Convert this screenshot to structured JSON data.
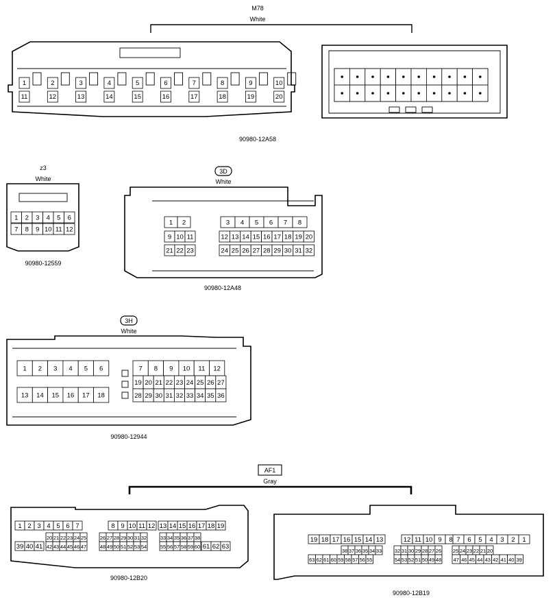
{
  "m78": {
    "code": "M78",
    "color": "White",
    "part": "90980-12A58",
    "pins_top": [
      "1",
      "2",
      "3",
      "4",
      "5",
      "6",
      "7",
      "8",
      "9",
      "10"
    ],
    "pins_bottom": [
      "11",
      "12",
      "13",
      "14",
      "15",
      "16",
      "17",
      "18",
      "19",
      "20"
    ]
  },
  "z3": {
    "code": "z3",
    "color": "White",
    "part": "90980-12559",
    "row1": [
      "1",
      "2",
      "3",
      "4",
      "5",
      "6"
    ],
    "row2": [
      "7",
      "8",
      "9",
      "10",
      "11",
      "12"
    ]
  },
  "c3d": {
    "code": "3D",
    "color": "White",
    "part": "90980-12A48",
    "left_r1": [
      "1",
      "2"
    ],
    "left_r2": [
      "9",
      "10",
      "11"
    ],
    "left_r3": [
      "21",
      "22",
      "23"
    ],
    "right_r1": [
      "3",
      "4",
      "5",
      "6",
      "7",
      "8"
    ],
    "right_r2": [
      "12",
      "13",
      "14",
      "15",
      "16",
      "17",
      "18",
      "19",
      "20"
    ],
    "right_r3": [
      "24",
      "25",
      "26",
      "27",
      "28",
      "29",
      "30",
      "31",
      "32"
    ]
  },
  "c3h": {
    "code": "3H",
    "color": "White",
    "part": "90980-12944",
    "left_r1": [
      "1",
      "2",
      "3",
      "4",
      "5",
      "6"
    ],
    "left_r2": [
      "13",
      "14",
      "15",
      "16",
      "17",
      "18"
    ],
    "right_r1": [
      "7",
      "8",
      "9",
      "10",
      "11",
      "12"
    ],
    "right_r2": [
      "19",
      "20",
      "21",
      "22",
      "23",
      "24",
      "25",
      "26",
      "27"
    ],
    "right_r3": [
      "28",
      "29",
      "30",
      "31",
      "32",
      "33",
      "34",
      "35",
      "36"
    ]
  },
  "af1": {
    "code": "AF1",
    "color": "Gray",
    "part_left": "90980-12B20",
    "part_right": "90980-12B19",
    "l_r1_a": [
      "1",
      "2",
      "3",
      "4",
      "5",
      "6",
      "7"
    ],
    "l_r1_b": [
      "8",
      "9",
      "10",
      "11",
      "12"
    ],
    "l_r1_c": [
      "13",
      "14",
      "15",
      "16",
      "17",
      "18",
      "19"
    ],
    "l_r2_a": [
      "20",
      "21",
      "22",
      "23",
      "24",
      "25"
    ],
    "l_r2_b": [
      "26",
      "27",
      "28",
      "29",
      "30",
      "31",
      "32"
    ],
    "l_r2_c": [
      "33",
      "34",
      "35",
      "36",
      "37",
      "38"
    ],
    "l_r3_a": [
      "39",
      "40",
      "41"
    ],
    "l_r3_b": [
      "42",
      "43",
      "44",
      "45",
      "46",
      "47"
    ],
    "l_r3_c": [
      "48",
      "49",
      "50",
      "51",
      "52",
      "53",
      "54"
    ],
    "l_r3_d": [
      "55",
      "56",
      "57",
      "58",
      "59",
      "60"
    ],
    "l_r3_e": [
      "61",
      "62",
      "63"
    ],
    "r_r1_a": [
      "19",
      "18",
      "17",
      "16",
      "15",
      "14",
      "13"
    ],
    "r_r1_b": [
      "12",
      "11",
      "10",
      "9",
      "8"
    ],
    "r_r1_c": [
      "7",
      "6",
      "5",
      "4",
      "3",
      "2",
      "1"
    ],
    "r_r2_a": [
      "38",
      "37",
      "36",
      "35",
      "34",
      "33"
    ],
    "r_r2_b": [
      "32",
      "31",
      "30",
      "29",
      "28",
      "27",
      "26"
    ],
    "r_r2_c": [
      "25",
      "24",
      "23",
      "22",
      "21",
      "20"
    ],
    "r_r3_a": [
      "63",
      "62",
      "61",
      "60",
      "59",
      "58",
      "57",
      "56",
      "55"
    ],
    "r_r3_b": [
      "54",
      "53",
      "52",
      "51",
      "50",
      "49",
      "48"
    ],
    "r_r3_c": [
      "47",
      "46",
      "45",
      "44",
      "43",
      "42",
      "41",
      "40",
      "39"
    ]
  }
}
